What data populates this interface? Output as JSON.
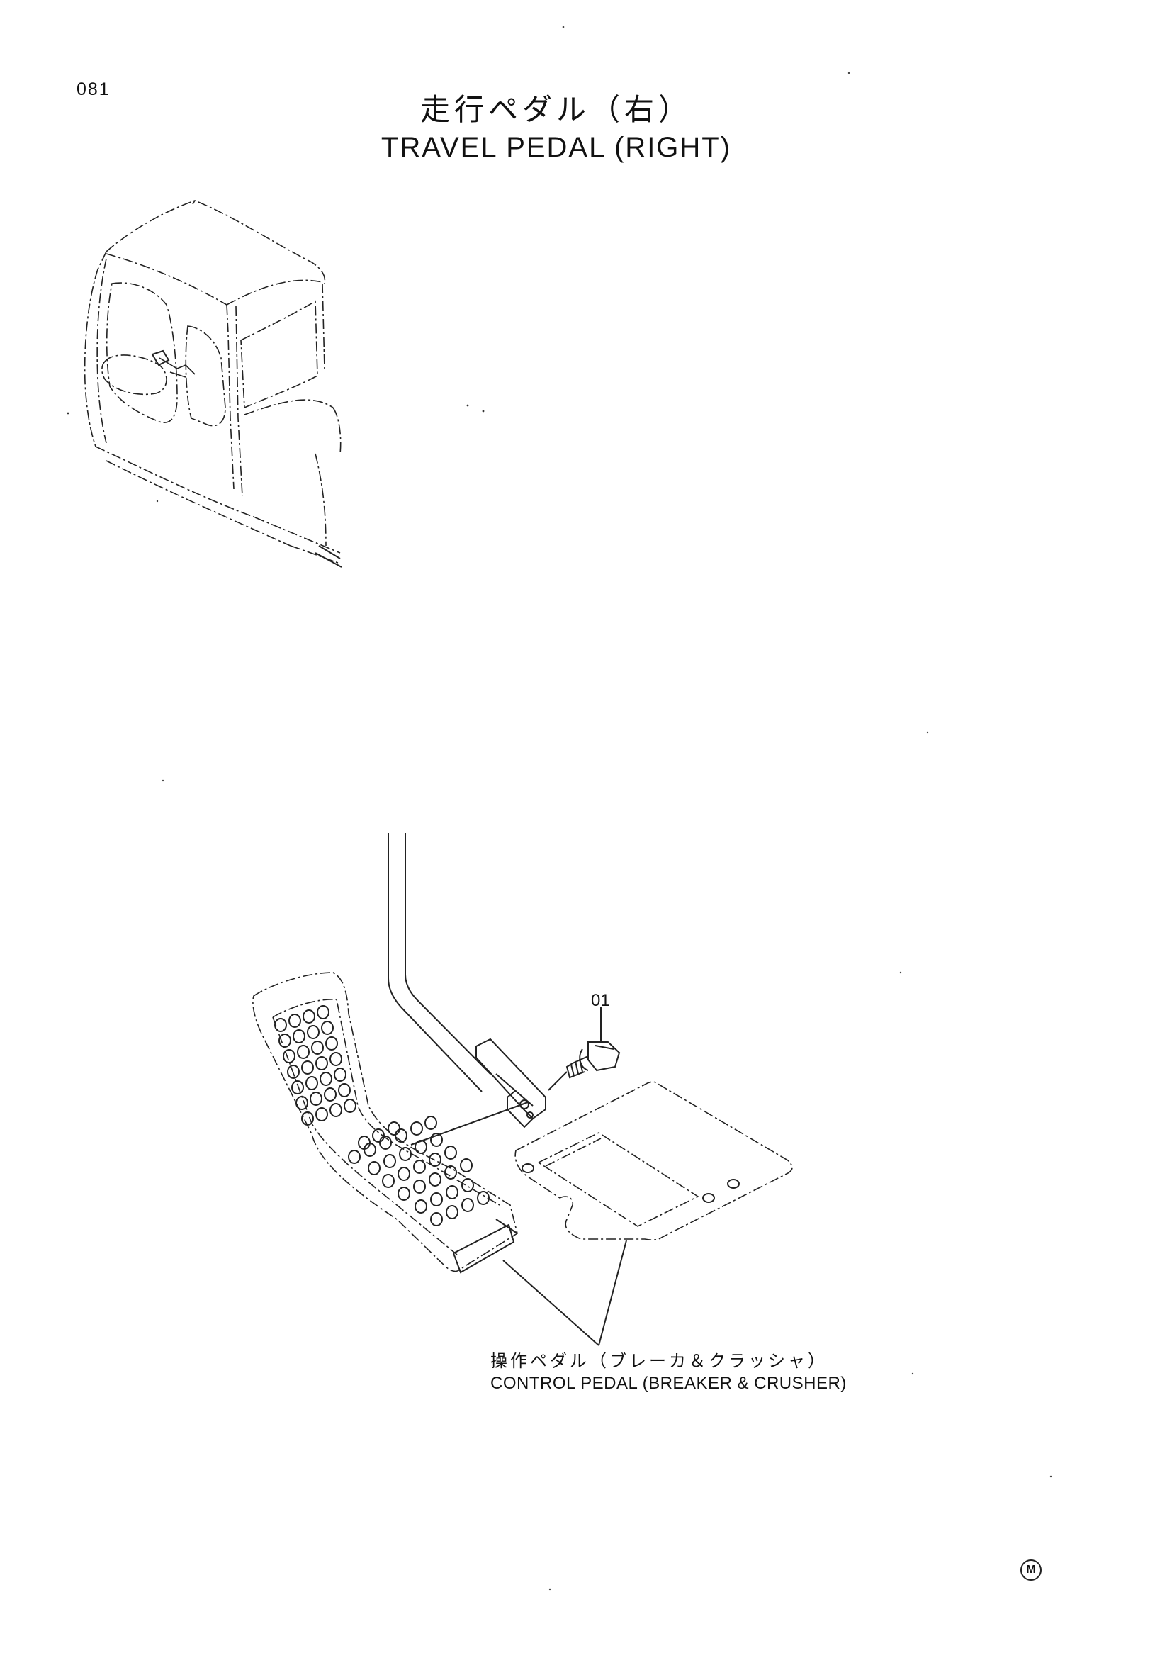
{
  "page": {
    "number": "081",
    "title_jp": "走行ペダル（右）",
    "title_en": "TRAVEL PEDAL (RIGHT)"
  },
  "callouts": [
    {
      "id": "01"
    }
  ],
  "caption": {
    "jp": "操作ペダル（ブレーカ＆クラッシャ）",
    "en": "CONTROL PEDAL (BREAKER & CRUSHER)"
  },
  "footer": {
    "mark": "M"
  },
  "icons": {
    "cab": "cab-location-icon",
    "pedal": "foot-pedal-icon",
    "bolt": "bolt-icon",
    "plate": "base-plate-icon"
  }
}
